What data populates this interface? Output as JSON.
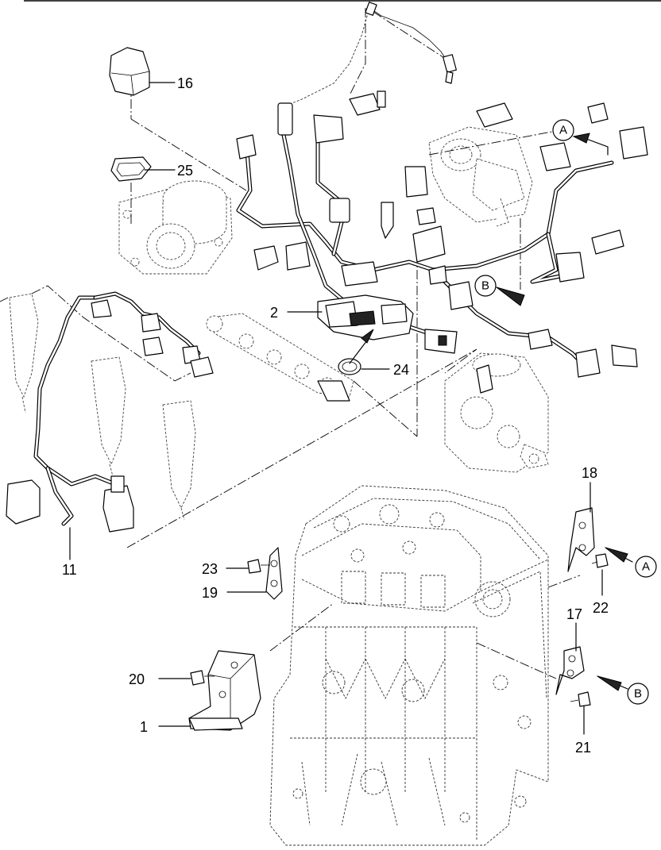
{
  "callouts": {
    "c16": "16",
    "c25": "25",
    "c2": "2",
    "c24": "24",
    "c11": "11",
    "c18": "18",
    "c22": "22",
    "c23": "23",
    "c19": "19",
    "c17": "17",
    "c21": "21",
    "c20": "20",
    "c1": "1"
  },
  "view_refs": {
    "a_top": "A",
    "b_top": "B",
    "a_bracket": "A",
    "b_bracket": "B"
  }
}
